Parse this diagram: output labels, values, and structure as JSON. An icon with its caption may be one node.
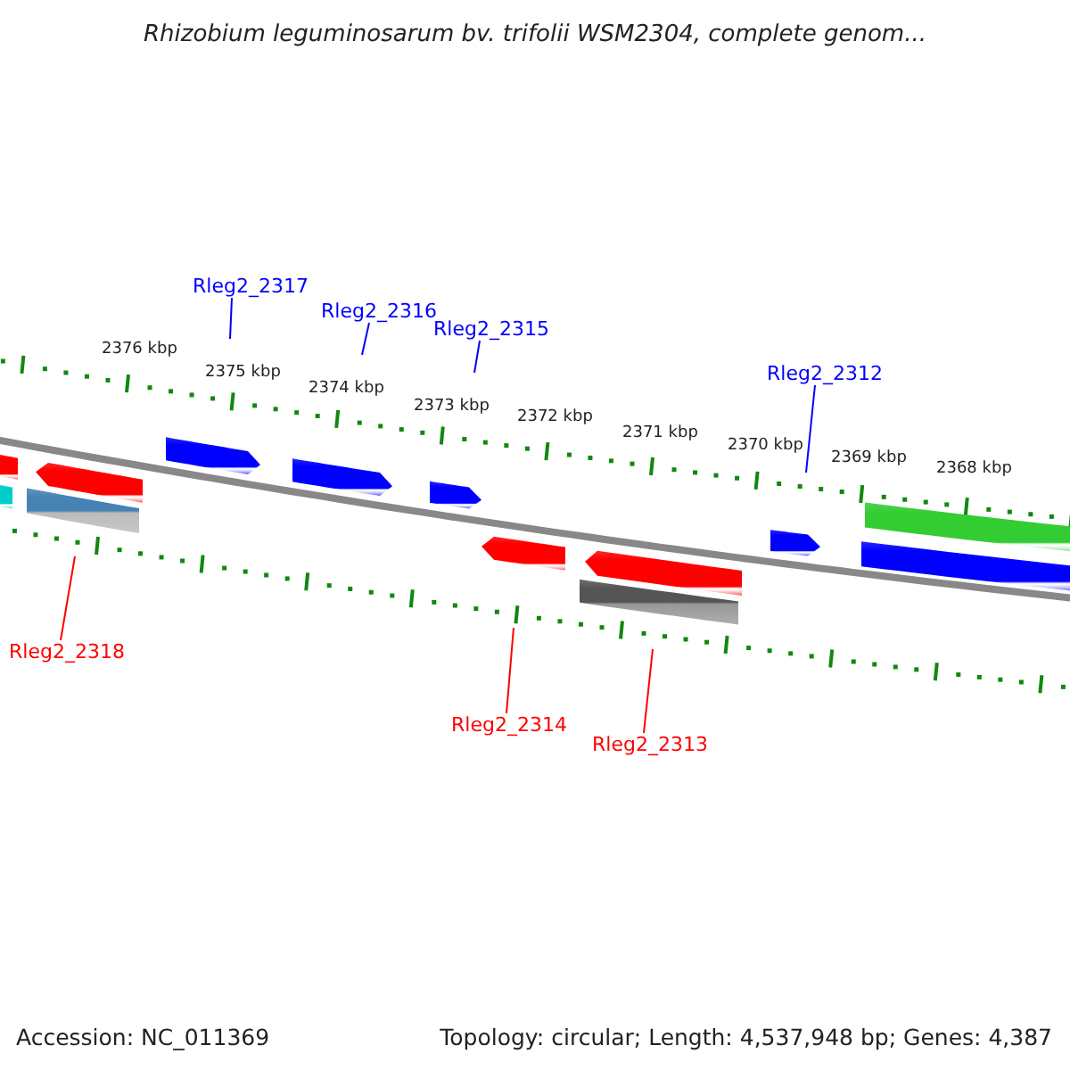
{
  "diagram": {
    "title": "Rhizobium leguminosarum bv. trifolii WSM2304, complete genom...",
    "nodes": [
      {
        "text": [
          "Rleg2_2317"
        ]
      },
      {
        "text": [
          "Rleg2_2316"
        ]
      },
      {
        "text": [
          "Rleg2_2315"
        ]
      },
      {
        "text": [
          "Rleg2_2312"
        ]
      },
      {
        "text": [
          "Rleg2_2318"
        ]
      },
      {
        "text": [
          "Rleg2_2314"
        ]
      },
      {
        "text": [
          "Rleg2_2313"
        ]
      }
    ],
    "edges": [
      {
        "from": 0,
        "to": null,
        "arrow": "none"
      },
      {
        "from": 1,
        "to": null,
        "arrow": "none"
      },
      {
        "from": 2,
        "to": null,
        "arrow": "none"
      },
      {
        "from": 3,
        "to": null,
        "arrow": "none"
      },
      {
        "from": 4,
        "to": null,
        "arrow": "none",
        "color": "#ff0000"
      },
      {
        "from": 5,
        "to": null,
        "arrow": "none",
        "color": "#ff0000"
      },
      {
        "from": 6,
        "to": null,
        "arrow": "none",
        "color": "#ff0000"
      }
    ],
    "labels": [
      "2376 kbp",
      "2375 kbp",
      "2374 kbp",
      "2373 kbp",
      "2372 kbp",
      "2371 kbp",
      "2370 kbp",
      "2369 kbp",
      "2368 kbp",
      "Accession: NC_011369",
      "Topology: circular; Length: 4,537,948 bp; Genes: 4,387"
    ]
  }
}
